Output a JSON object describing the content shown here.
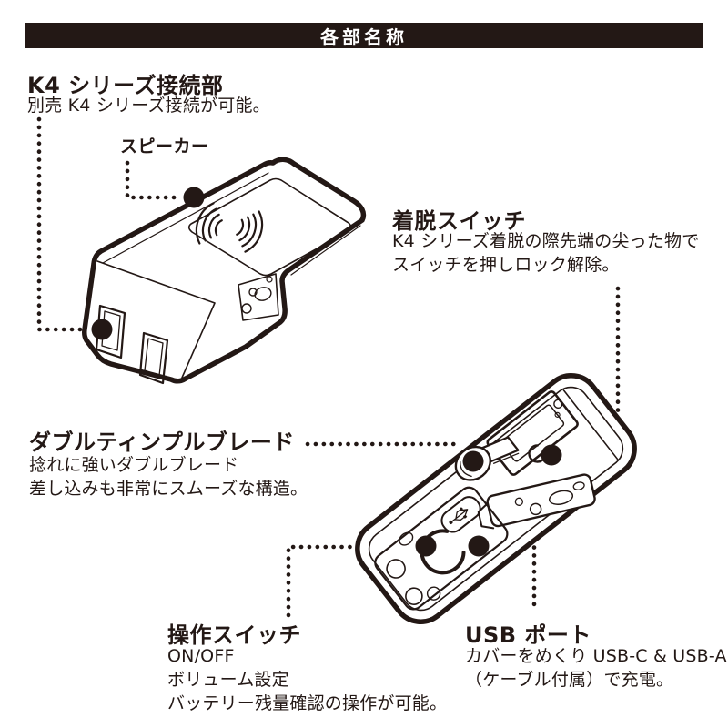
{
  "colors": {
    "ink": "#231815",
    "paper": "#ffffff",
    "banner_bg": "#231815",
    "banner_text": "#ffffff"
  },
  "header": {
    "title": "各部名称"
  },
  "sections": {
    "k4": {
      "title": "K4 シリーズ接続部",
      "desc": [
        "別売 K4 シリーズ接続が可能。"
      ]
    },
    "speaker": {
      "label": "スピーカー"
    },
    "detach": {
      "title": "着脱スイッチ",
      "desc": [
        "K4 シリーズ着脱の際先端の尖った物で",
        "スイッチを押しロック解除。"
      ]
    },
    "blade": {
      "title": "ダブルティンプルブレード",
      "desc": [
        "捻れに強いダブルブレード",
        "差し込みも非常にスムーズな構造。"
      ]
    },
    "control": {
      "title": "操作スイッチ",
      "desc": [
        "ON/OFF",
        "ボリューム設定",
        "バッテリー残量確認の操作が可能。"
      ]
    },
    "usb": {
      "title": "USB ポート",
      "desc": [
        "カバーをめくり USB-C & USB-A",
        "（ケーブル付属）で充電。"
      ]
    }
  },
  "icons": {
    "usb": "usb-trident",
    "speaker": "sound-waves"
  }
}
